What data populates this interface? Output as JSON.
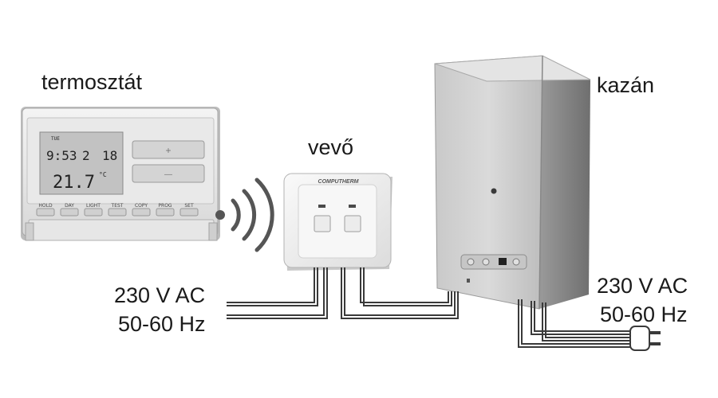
{
  "labels": {
    "thermostat": "termosztát",
    "receiver": "vevő",
    "boiler": "kazán"
  },
  "power_left": {
    "voltage": "230 V AC",
    "frequency": "50-60 Hz"
  },
  "power_right": {
    "voltage": "230 V AC",
    "frequency": "50-60 Hz"
  },
  "thermostat": {
    "lcd_day": "TUE",
    "lcd_time": "9:53",
    "lcd_program": "2",
    "lcd_set": "18",
    "lcd_temp": "21.7",
    "lcd_unit": "°C",
    "buttons": [
      "HOLD",
      "DAY",
      "LIGHT",
      "TEST",
      "COPY",
      "PROG",
      "SET"
    ],
    "up_symbol": "+",
    "down_symbol": "—"
  },
  "receiver": {
    "brand": "COMPUTHERM"
  }
}
